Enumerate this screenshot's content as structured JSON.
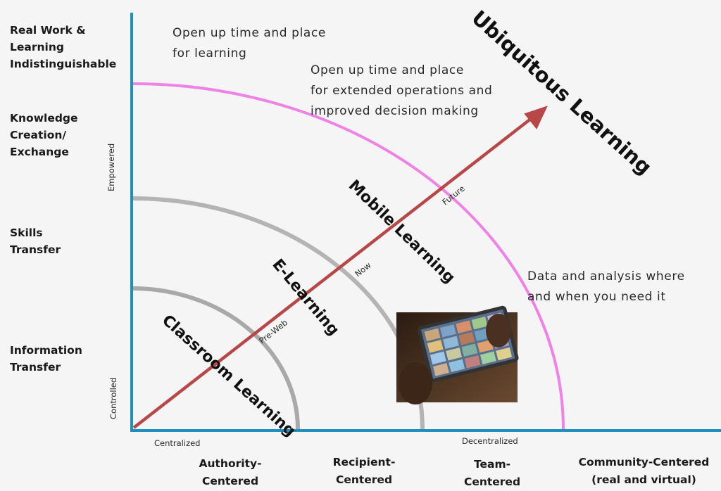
{
  "y_levels": [
    "Real Work &\nLearning\nIndistinguishable",
    "Knowledge\nCreation/\nExchange",
    "Skills\nTransfer",
    "Information\nTransfer"
  ],
  "y_axis": {
    "top_label": "Empowered",
    "bottom_label": "Controlled"
  },
  "x_axis": {
    "left_label": "Centralized",
    "right_label": "Decentralized"
  },
  "x_levels": [
    "Authority-\nCentered",
    "Recipient-\nCentered",
    "Team-\nCentered",
    "Community-Centered\n(real and virtual)"
  ],
  "stages": {
    "classroom": "Classroom Learning",
    "elearning": "E-Learning",
    "mobile": "Mobile Learning",
    "ubiquitous": "Ubiquitous Learning"
  },
  "timeline": {
    "preweb": "Pre-Web",
    "now": "Now",
    "future": "Future"
  },
  "notes": {
    "note1": "Open up time and place\nfor learning",
    "note2": "Open up time and place\nfor extended operations and\nimproved decision making",
    "note3": "Data and analysis where\nand when you need it"
  },
  "colors": {
    "axis": "#1f8fc0",
    "classroom_arc": "#a9a9a9",
    "elearning_arc": "#b4b4b4",
    "mobile_arc": "#ee82e6",
    "arrow": "#b84848"
  },
  "image": {
    "description_icon": "tablet-photo-icon"
  }
}
